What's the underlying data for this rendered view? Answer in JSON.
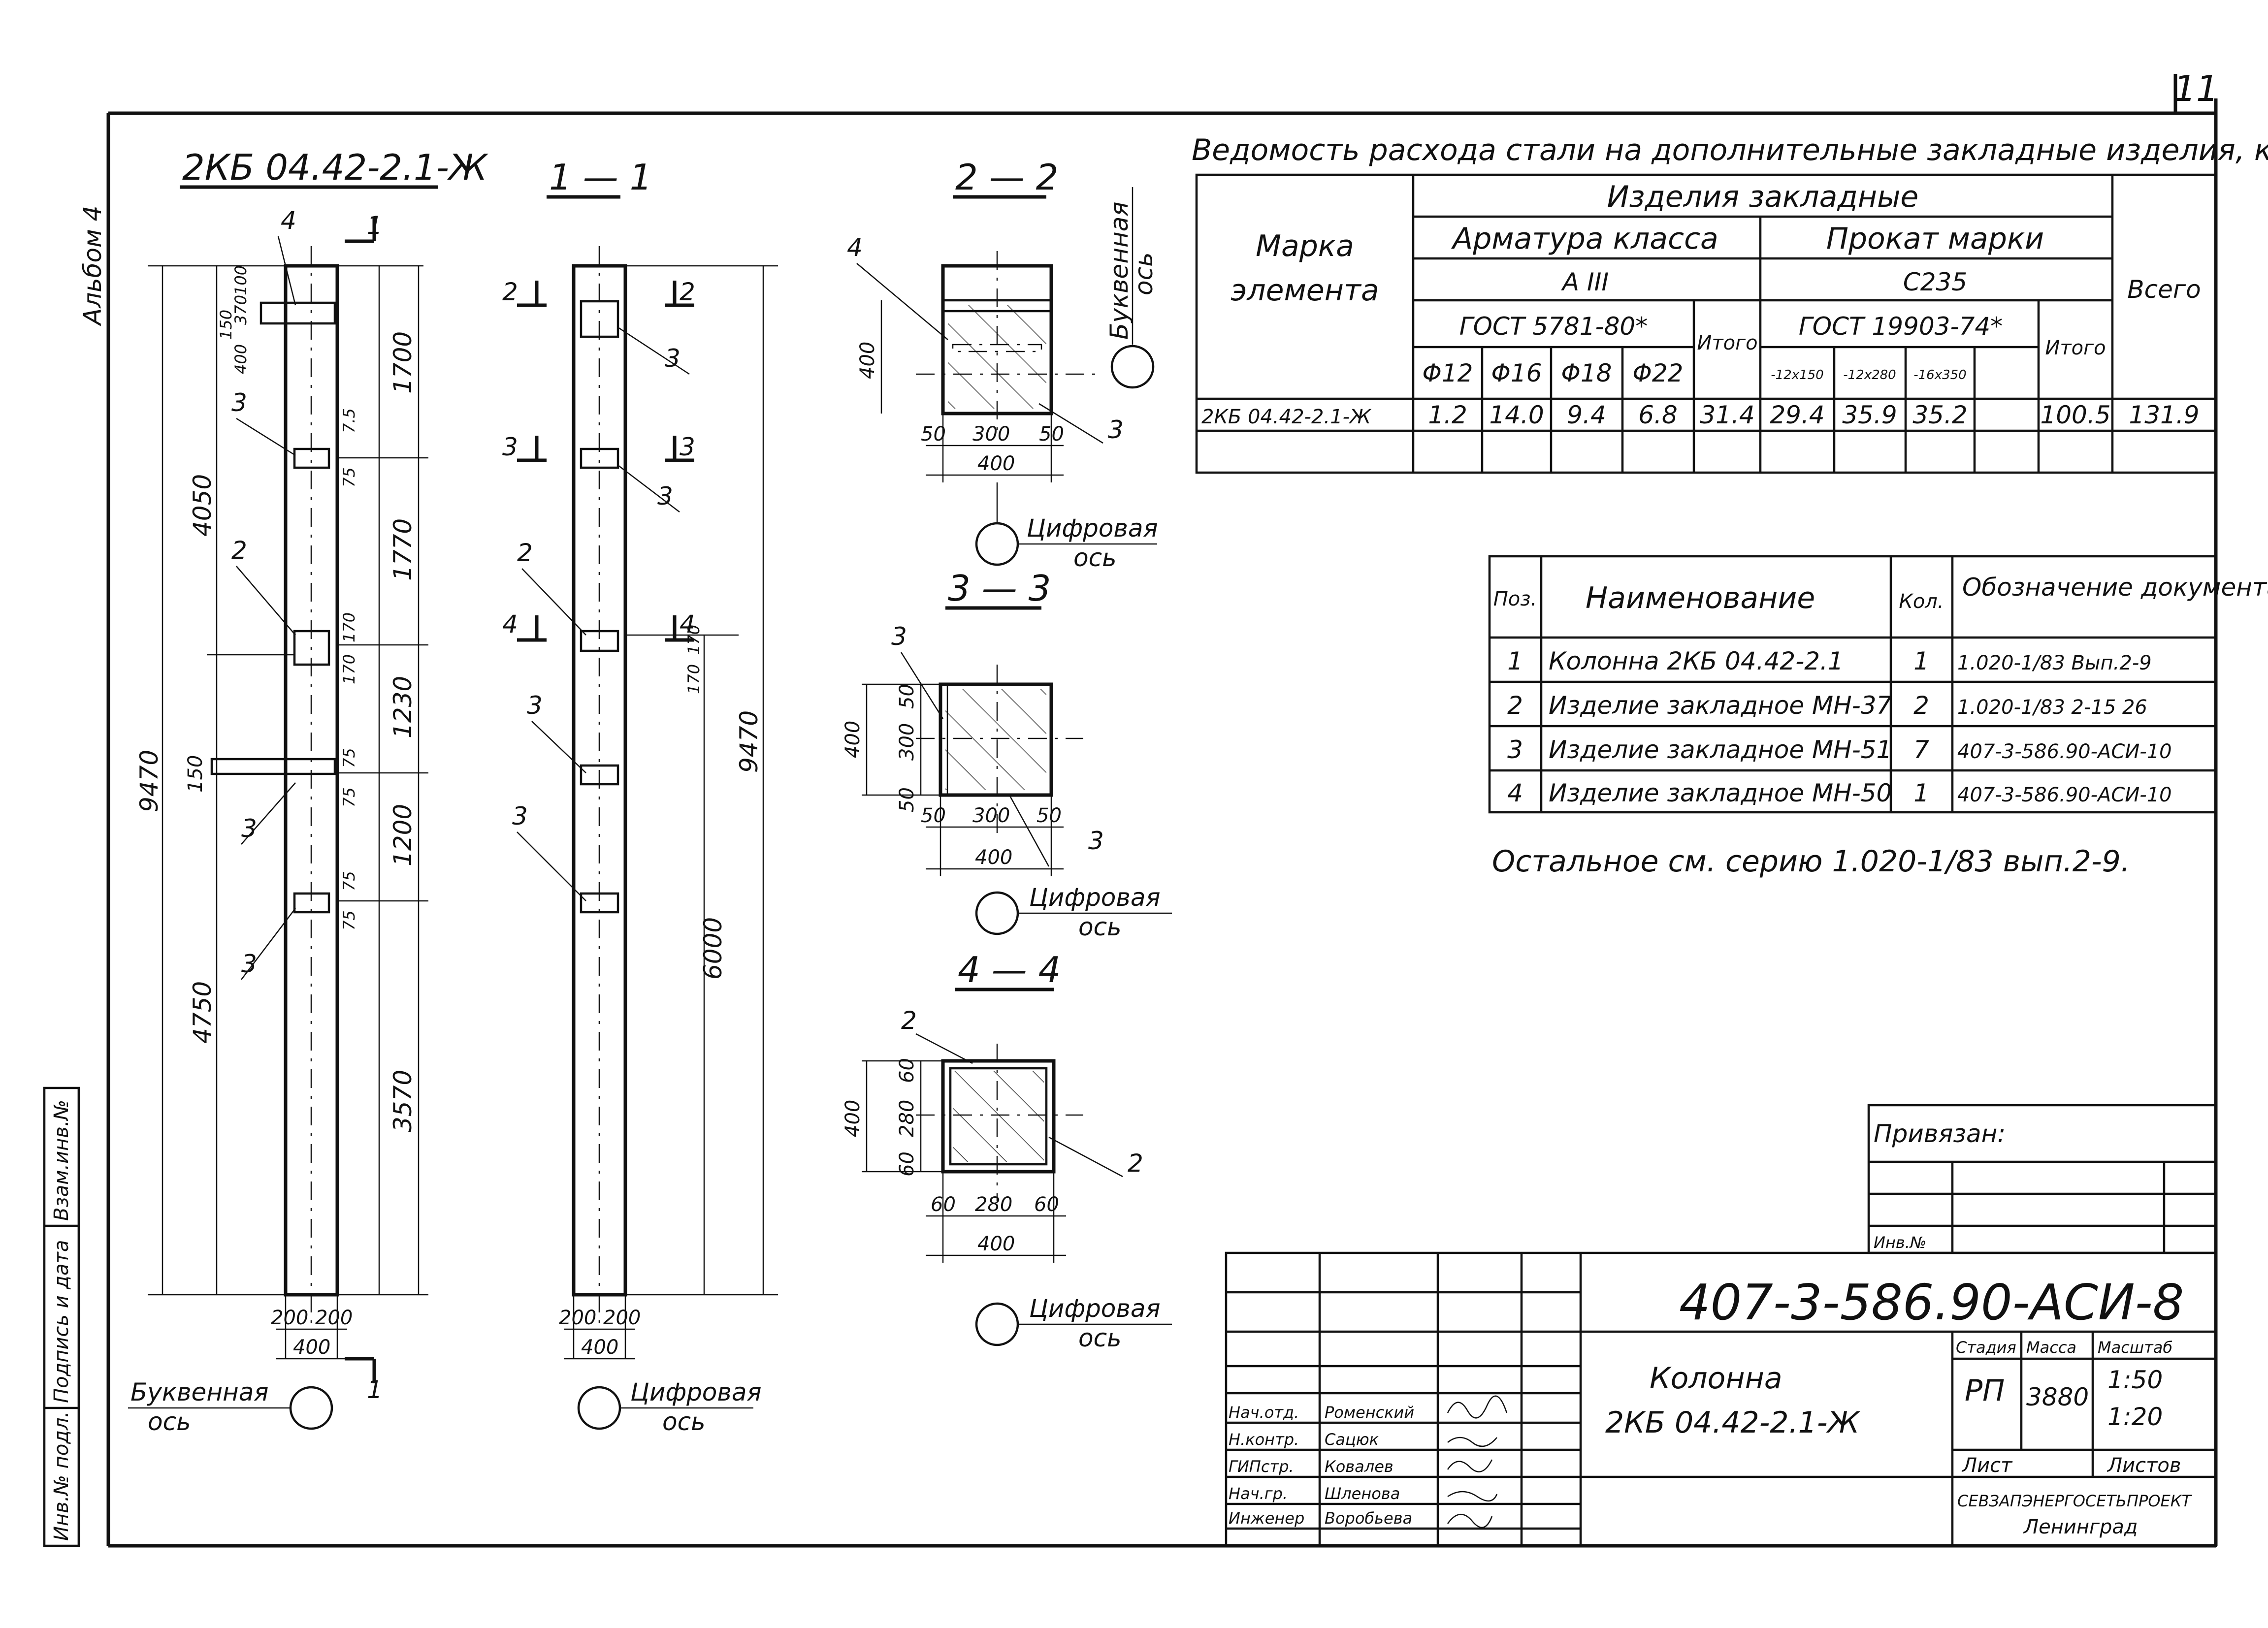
{
  "sheet_number": "11",
  "album_label": "Альбом 4",
  "side_stamp": {
    "interchange": "Взам.инв.№",
    "signature_date": "Подпись и дата",
    "inventory_original": "Инв.№ подл."
  },
  "views": {
    "main_title": "2КБ 04.42-2.1-Ж",
    "section_1_1": "1 — 1",
    "section_2_2": "2 — 2",
    "section_3_3": "3 — 3",
    "section_4_4": "4 — 4"
  },
  "main_view": {
    "dims_top": [
      "370",
      "100",
      "150",
      "400"
    ],
    "dims_right": [
      "1700",
      "7.5",
      "75",
      "1770",
      "170",
      "170",
      "1230",
      "75",
      "75",
      "1200",
      "75",
      "75",
      "3570"
    ],
    "dims_left": [
      "9470",
      "4050",
      "4750",
      "150"
    ],
    "dims_bottom": [
      "200",
      "200",
      "400"
    ],
    "callouts": [
      "4",
      "3",
      "2",
      "3",
      "3",
      "1",
      "1"
    ],
    "axis_label": [
      "Буквенная",
      "ось"
    ]
  },
  "section_1_1_view": {
    "cut_marks": [
      "2",
      "2",
      "3",
      "3",
      "4",
      "4"
    ],
    "callouts": [
      "3",
      "3",
      "2",
      "3",
      "3"
    ],
    "dims_right": [
      "170",
      "170",
      "9470",
      "6000"
    ],
    "dims_bottom": [
      "200",
      "200",
      "400"
    ],
    "axis_label": [
      "Цифровая",
      "ось"
    ]
  },
  "section_2_2_view": {
    "callouts": [
      "4",
      "3"
    ],
    "dims": [
      "400",
      "50",
      "300",
      "50",
      "400"
    ],
    "axis_right": [
      "Буквенная",
      "ось"
    ],
    "axis_bottom": [
      "Цифровая",
      "ось"
    ]
  },
  "section_3_3_view": {
    "callouts": [
      "3",
      "3"
    ],
    "dims_left": [
      "400",
      "50",
      "300",
      "50"
    ],
    "dims_bottom": [
      "50",
      "300",
      "50",
      "400"
    ],
    "axis_bottom": [
      "Цифровая",
      "ось"
    ]
  },
  "section_4_4_view": {
    "callouts": [
      "2",
      "2"
    ],
    "dims_left": [
      "400",
      "60",
      "280",
      "60"
    ],
    "dims_bottom": [
      "60",
      "280",
      "60",
      "400"
    ],
    "axis_bottom": [
      "Цифровая",
      "ось"
    ]
  },
  "steel_table": {
    "title": "Ведомость расхода стали на дополнительные закладные изделия, кг",
    "h_mark": [
      "Марка",
      "элемента"
    ],
    "h_items": "Изделия закладные",
    "h_rebar": "Арматура класса",
    "h_rebar_class": "А III",
    "h_rebar_gost": "ГОСТ 5781-80*",
    "h_rolled": "Прокат марки",
    "h_rolled_grade": "С235",
    "h_rolled_gost": "ГОСТ 19903-74*",
    "h_subtotal": "Итого",
    "h_total": "Всего",
    "rebar_cols": [
      "Φ12",
      "Φ16",
      "Φ18",
      "Φ22"
    ],
    "rolled_cols": [
      "-12x150",
      "-12x280",
      "-16x350",
      ""
    ],
    "row": {
      "mark": "2КБ 04.42-2.1-Ж",
      "rebar": [
        "1.2",
        "14.0",
        "9.4",
        "6.8"
      ],
      "rebar_total": "31.4",
      "rolled": [
        "29.4",
        "35.9",
        "35.2",
        ""
      ],
      "rolled_total": "100.5",
      "total": "131.9"
    }
  },
  "spec_table": {
    "headers": [
      "Поз.",
      "Наименование",
      "Кол.",
      "Обозначение документа"
    ],
    "rows": [
      [
        "1",
        "Колонна 2КБ 04.42-2.1",
        "1",
        "1.020-1/83 Вып.2-9"
      ],
      [
        "2",
        "Изделие закладное МН-37",
        "2",
        "1.020-1/83 2-15 26"
      ],
      [
        "3",
        "Изделие закладное МН-51",
        "7",
        "407-3-586.90-АСИ-10"
      ],
      [
        "4",
        "Изделие закладное МН-50",
        "1",
        "407-3-586.90-АСИ-10"
      ]
    ],
    "note": "Остальное см. серию 1.020-1/83 вып.2-9."
  },
  "title_block": {
    "bound_label": "Привязан:",
    "inv_label": "Инв.№",
    "doc_code": "407-3-586.90-АСИ-8",
    "object_name": "Колонна",
    "object_mark": "2КБ 04.42-2.1-Ж",
    "stage_label": "Стадия",
    "mass_label": "Масса",
    "scale_label": "Масштаб",
    "stage": "РП",
    "mass": "3880",
    "scale_1": "1:50",
    "scale_2": "1:20",
    "sheet_label": "Лист",
    "sheets_label": "Листов",
    "org": "СЕВЗАПЭНЕРГОСЕТЬПРОЕКТ",
    "city": "Ленинград",
    "staff": [
      {
        "role": "Нач.отд.",
        "name": "Роменский"
      },
      {
        "role": "Н.контр.",
        "name": "Сацюк"
      },
      {
        "role": "ГИПстр.",
        "name": "Ковалев"
      },
      {
        "role": "Нач.гр.",
        "name": "Шленова"
      },
      {
        "role": "Инженер",
        "name": "Воробьева"
      }
    ]
  }
}
